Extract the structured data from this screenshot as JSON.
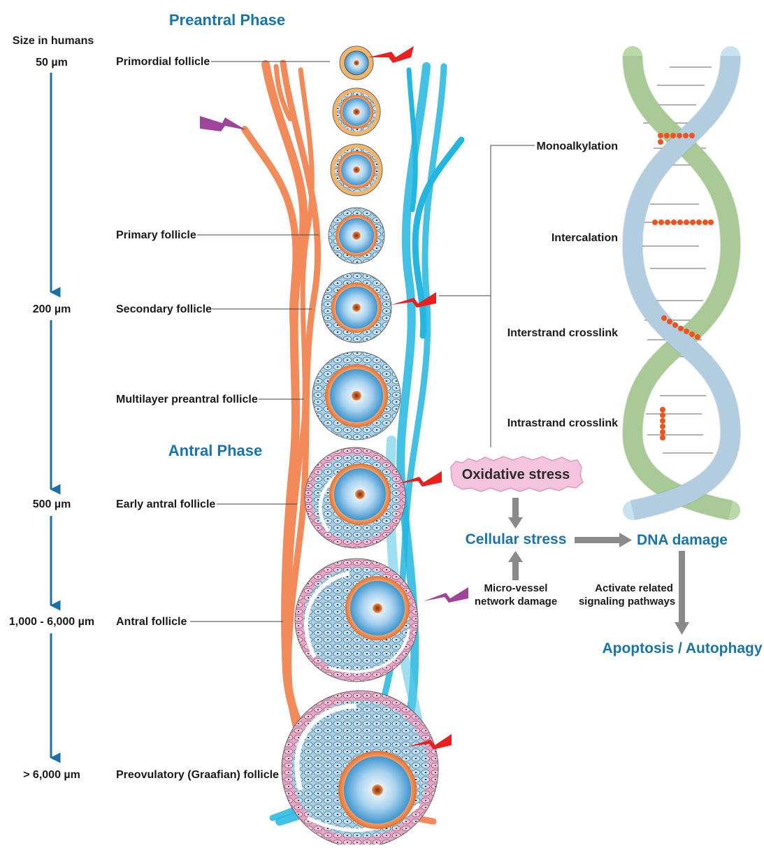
{
  "phases": {
    "preantral": "Preantral Phase",
    "antral": "Antral Phase"
  },
  "size_scale": {
    "title": "Size in humans",
    "marks": [
      "50 µm",
      "200 µm",
      "500 µm",
      "1,000 - 6,000 µm",
      "> 6,000 µm"
    ]
  },
  "follicles": {
    "primordial": "Primordial follicle",
    "primary": "Primary follicle",
    "secondary": "Secondary follicle",
    "multilayer": "Multilayer preantral follicle",
    "early_antral": "Early antral follicle",
    "antral": "Antral follicle",
    "preovulatory": "Preovulatory (Graafian) follicle"
  },
  "dna_damage_types": {
    "monoalkylation": "Monoalkylation",
    "intercalation": "Intercalation",
    "interstrand": "Interstrand crosslink",
    "intrastrand": "Intrastrand crosslink"
  },
  "pathway": {
    "oxidative_stress": "Oxidative stress",
    "cellular_stress": "Cellular stress",
    "dna_damage": "DNA damage",
    "microvessel_line1": "Micro-vessel",
    "microvessel_line2": "network damage",
    "activate_line1": "Activate related",
    "activate_line2": "signaling pathways",
    "outcome": "Apoptosis / Autophagy"
  },
  "colors": {
    "accent_blue": "#1a74a8",
    "arrow_blue": "#1d6fa5",
    "artery_orange": "#f28a5a",
    "vein_cyan": "#22b6e0",
    "lightning_red": "#e8201e",
    "lightning_purple": "#a0449a",
    "dna_green": "#b9d9a6",
    "dna_blue": "#c9e2f2",
    "lesion_orange": "#f0531d",
    "grey_arrow": "#8a8a8a"
  }
}
